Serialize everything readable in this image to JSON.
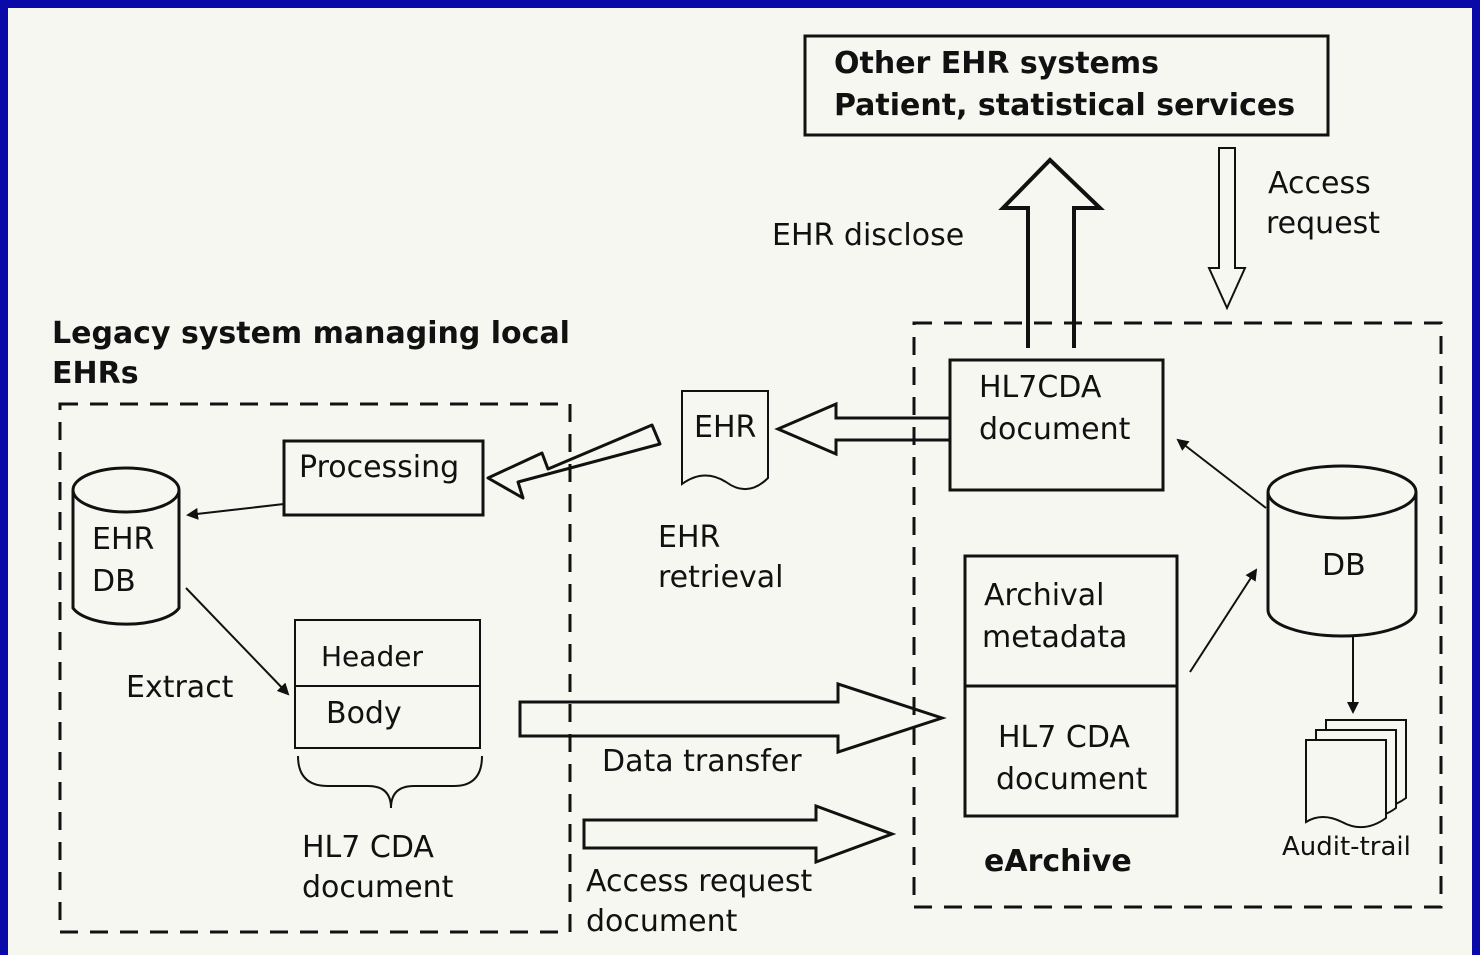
{
  "other_systems": {
    "line1": "Other EHR systems",
    "line2": "Patient, statistical services"
  },
  "ehr_disclose": "EHR disclose",
  "access_request_arrow": {
    "line1": "Access",
    "line2": "request"
  },
  "legacy": {
    "title_line1": "Legacy system managing local",
    "title_line2": "EHRs",
    "processing": "Processing",
    "db_line1": "EHR",
    "db_line2": "DB",
    "extract": "Extract",
    "header": "Header",
    "body": "Body",
    "cda_line1": "HL7 CDA",
    "cda_line2": "document"
  },
  "ehr_doc": "EHR",
  "ehr_retrieval": {
    "line1": "EHR",
    "line2": "retrieval"
  },
  "data_transfer": "Data transfer",
  "access_request_doc": {
    "line1": "Access request",
    "line2": "document"
  },
  "earchive": {
    "label": "eArchive",
    "hl7cda_line1": "HL7CDA",
    "hl7cda_line2": "document",
    "archival_line1": "Archival",
    "archival_line2": "metadata",
    "cda_line1": "HL7 CDA",
    "cda_line2": "document",
    "db": "DB",
    "audit": "Audit-trail"
  }
}
